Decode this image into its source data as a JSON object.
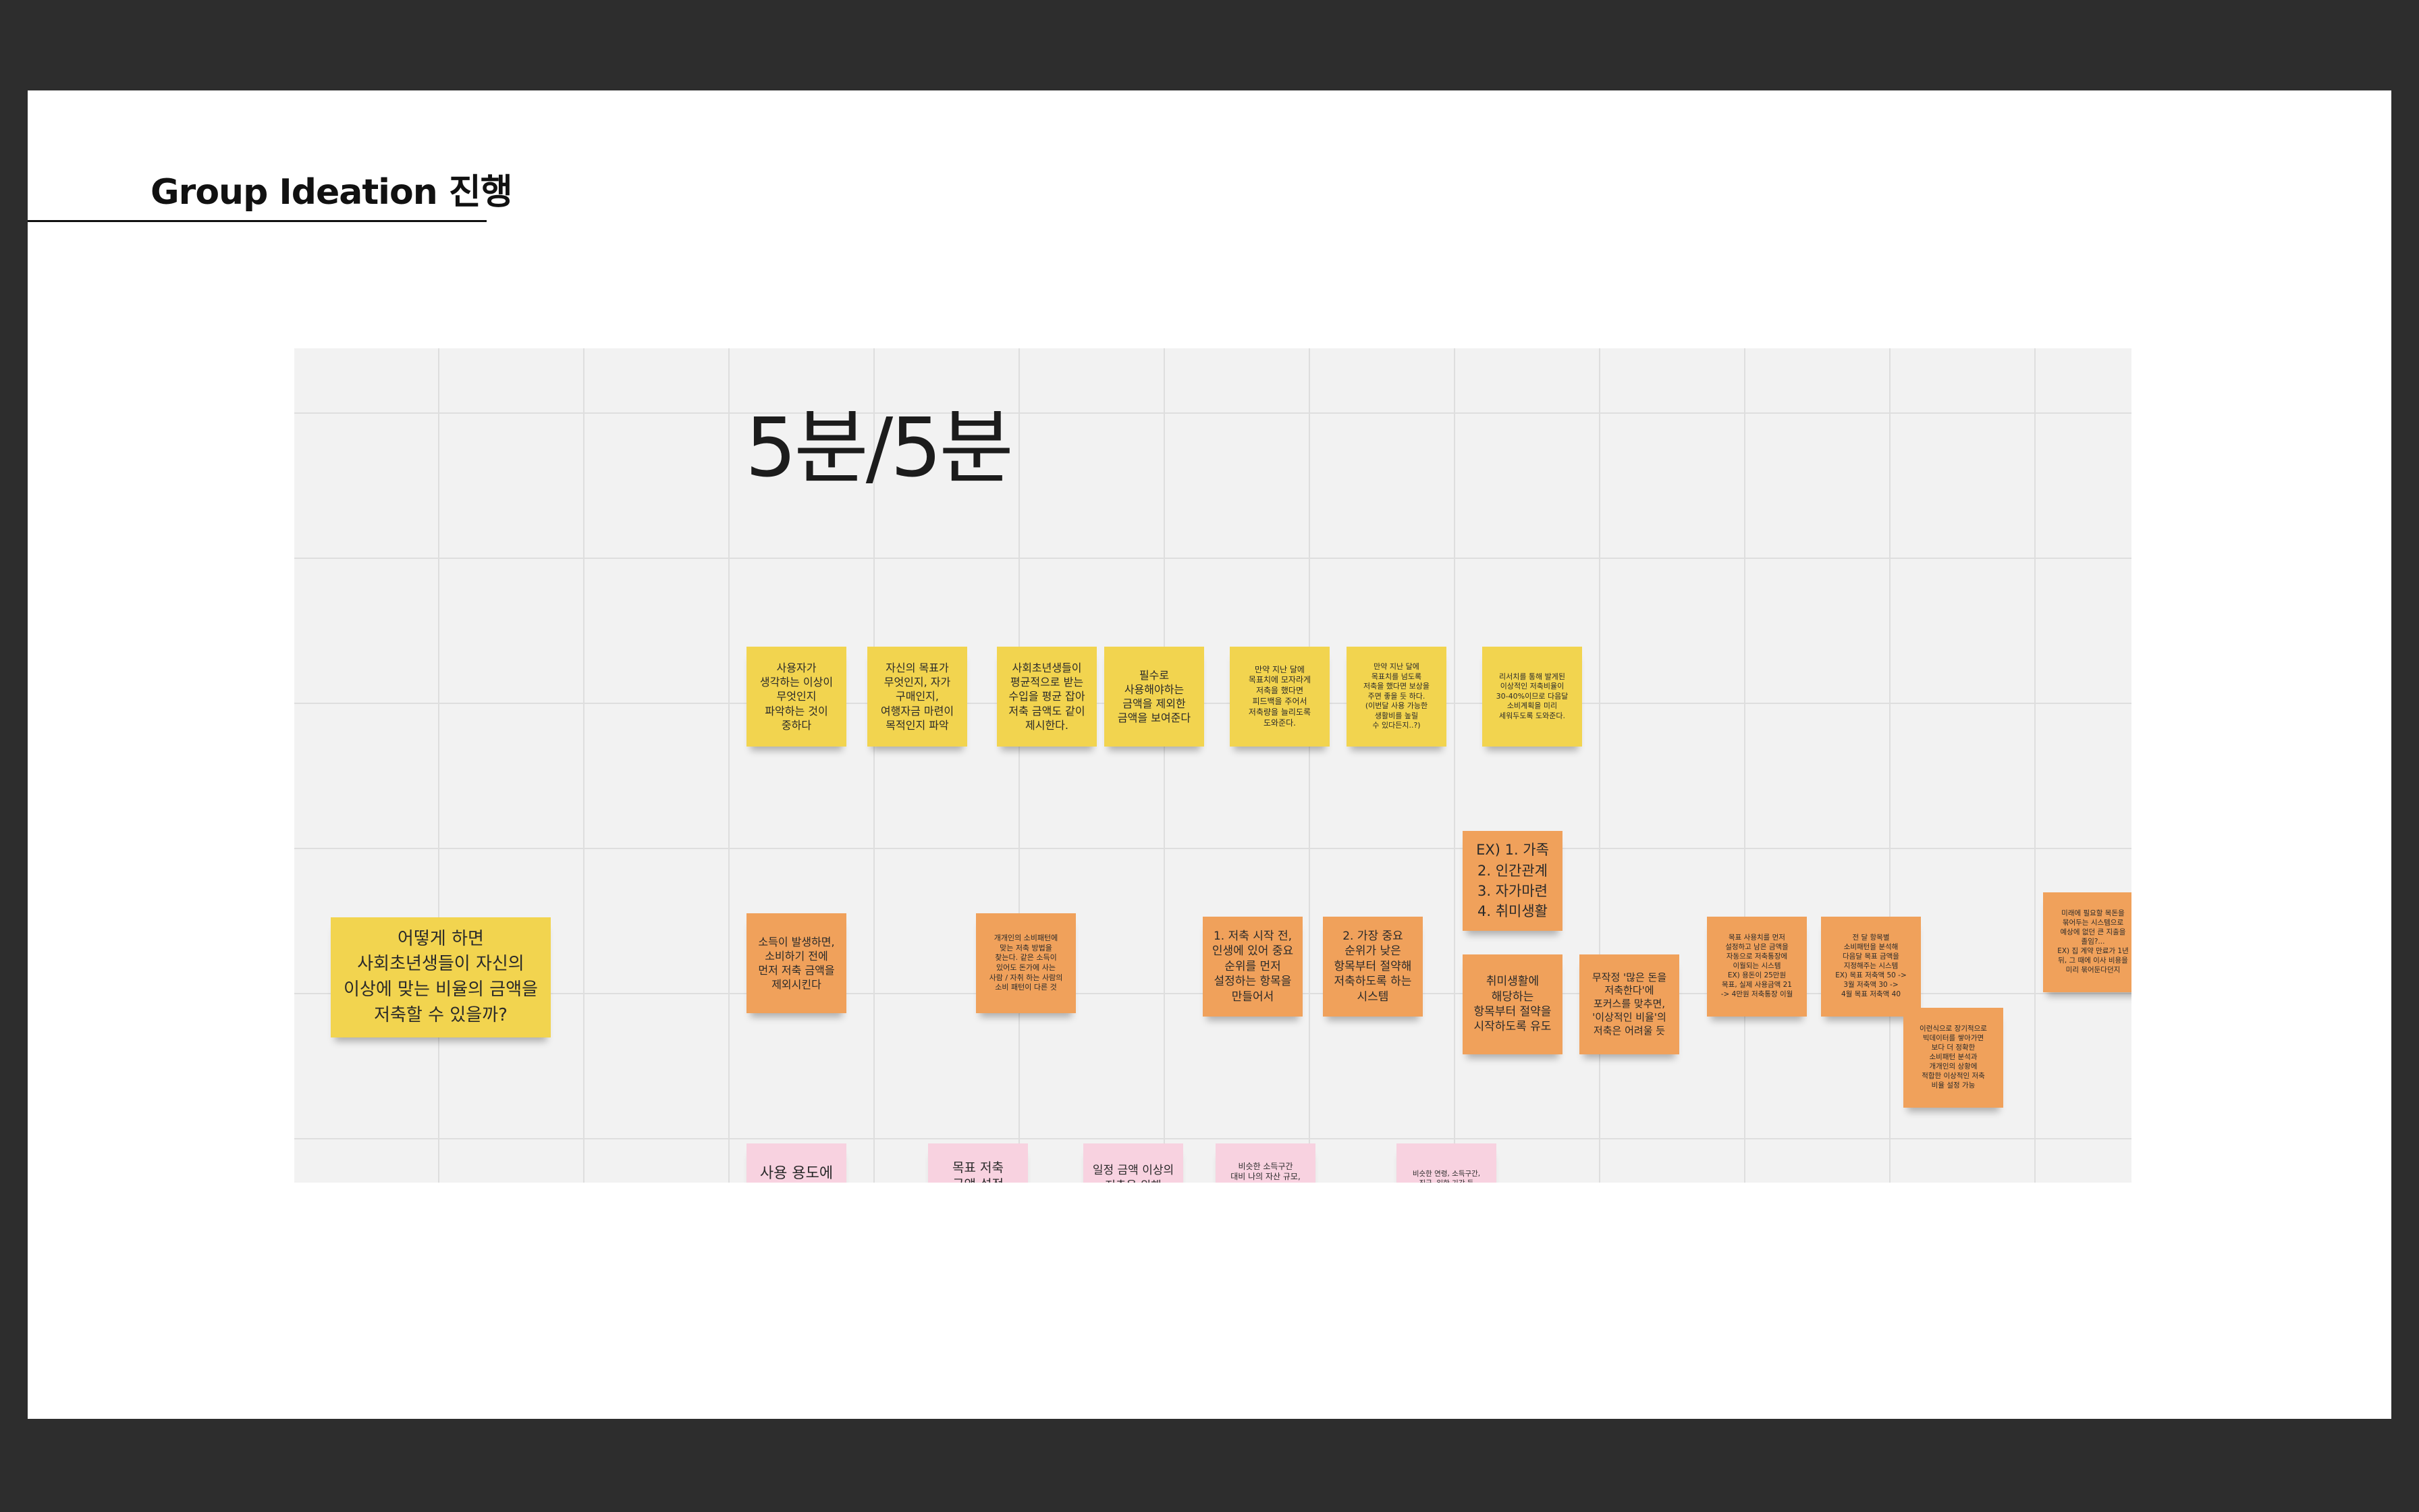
{
  "slide": {
    "title": "Group Ideation 진행"
  },
  "board": {
    "timer": "5분/5분",
    "question": "어떻게 하면\n사회초년생들이 자신의\n이상에 맞는 비율의 금액을\n저축할 수 있을까?",
    "yellow_notes": [
      "사용자가\n생각하는 이상이\n무엇인지\n파악하는 것이\n중하다",
      "자신의 목표가\n무엇인지, 자가\n구매인지,\n여행자금 마련이\n목적인지 파악",
      "사회초년생들이\n평균적으로 받는\n수입을 평균 잡아\n저축 금액도 같이\n제시한다.",
      "필수로\n사용해야하는\n금액을 제외한\n금액을 보여준다",
      "만약 지난 달에\n목표치에 모자라게\n저축을 했다면\n피드백을 주어서\n저축량을 늘리도록\n도와준다.",
      "만약 지난 달에\n목표치를 넘도록\n저축을 했다면 보상을\n주면 좋을 듯 하다.\n(이번달 사용 가능한\n생활비를 높릴\n수 있다든지..?)",
      "리서치를 통해 발게된\n이상적인 저축비율이\n30-40%이므로 다음달\n소비계획을 미리\n세워두도록 도와준다."
    ],
    "orange_notes": [
      "소득이 발생하면,\n소비하기 전에\n먼저 저축 금액을\n제외시킨다",
      "개개인의 소비패턴에\n맞는 저축 방법을\n찾는다. 같은 소득이\n있어도 돈가에 사는\n사람 / 자취 하는 사람의\n소비 패턴이 다른 것",
      "1. 저축 시작 전,\n인생에 있어 중요\n순위를 먼저\n설정하는 항목을\n만들어서",
      "2. 가장 중요\n순위가 낮은\n항목부터 절약해\n저축하도록 하는\n시스템",
      "EX) 1. 가족\n2. 인간관계\n3. 자가마련\n4. 취미생활",
      "취미생활에\n해당하는\n항목부터 절약을\n시작하도록 유도",
      "무작정 '많은 돈을\n저축한다'에\n포커스를 맞추면,\n'이상적인 비율'의\n저축은 어려울 듯",
      "목표 사용치를 먼저\n설정하고 남은 금액을\n자동으로 저축통장에\n이월되는 시스템\nEX) 용돈이 25만원\n목표, 실제 사용금액 21\n-> 4만원 저축통장 이월",
      "전 달 항목별\n소비패턴을 분석해\n다음달 목표 금액을\n지정해주는 시스템\nEX) 목표 저축액 50 ->\n3월 저축액 30 ->\n4월 목표 저축액 40",
      "이런식으로 장기적으로\n빅데이터를 쌓아가면\n보다 더 정확한\n소비패턴 분석과\n개개인의 상황에\n적합한 이상적인 저축\n비율 설정 가능",
      "미래에 필요할 목돈을\n묶어두는 시스템으로\n예상에 없던 큰 지출을\n졸임?...\nEX) 집 계약 만료가 1년\n뒤, 그 때에 이사 비용을\n미리 묶어둔다던지"
    ],
    "pink_notes": [
      "사용 용도에\n따른 통장\n분리",
      "목표 저축\n금액 설정\n이후 월\n저축금액 선정",
      "일정 금액 이상의\n저축을 위해\n자신에게 제일 잘\n맞은 수단 찾기",
      "비슷한 소득구간\n대비 나의 자산 규모,\n저축 비율 저축 패턴,\n소비 패턴 파악\n-비교가 아닌 단순\n사실 나열식 제시",
      "비슷한 연령, 소득구간,\n직군, 일한 기간 등\n여러가지 기준이 있고\n사용자의 편의에 따라\n선택해서 볼 수 있게끔"
    ]
  }
}
